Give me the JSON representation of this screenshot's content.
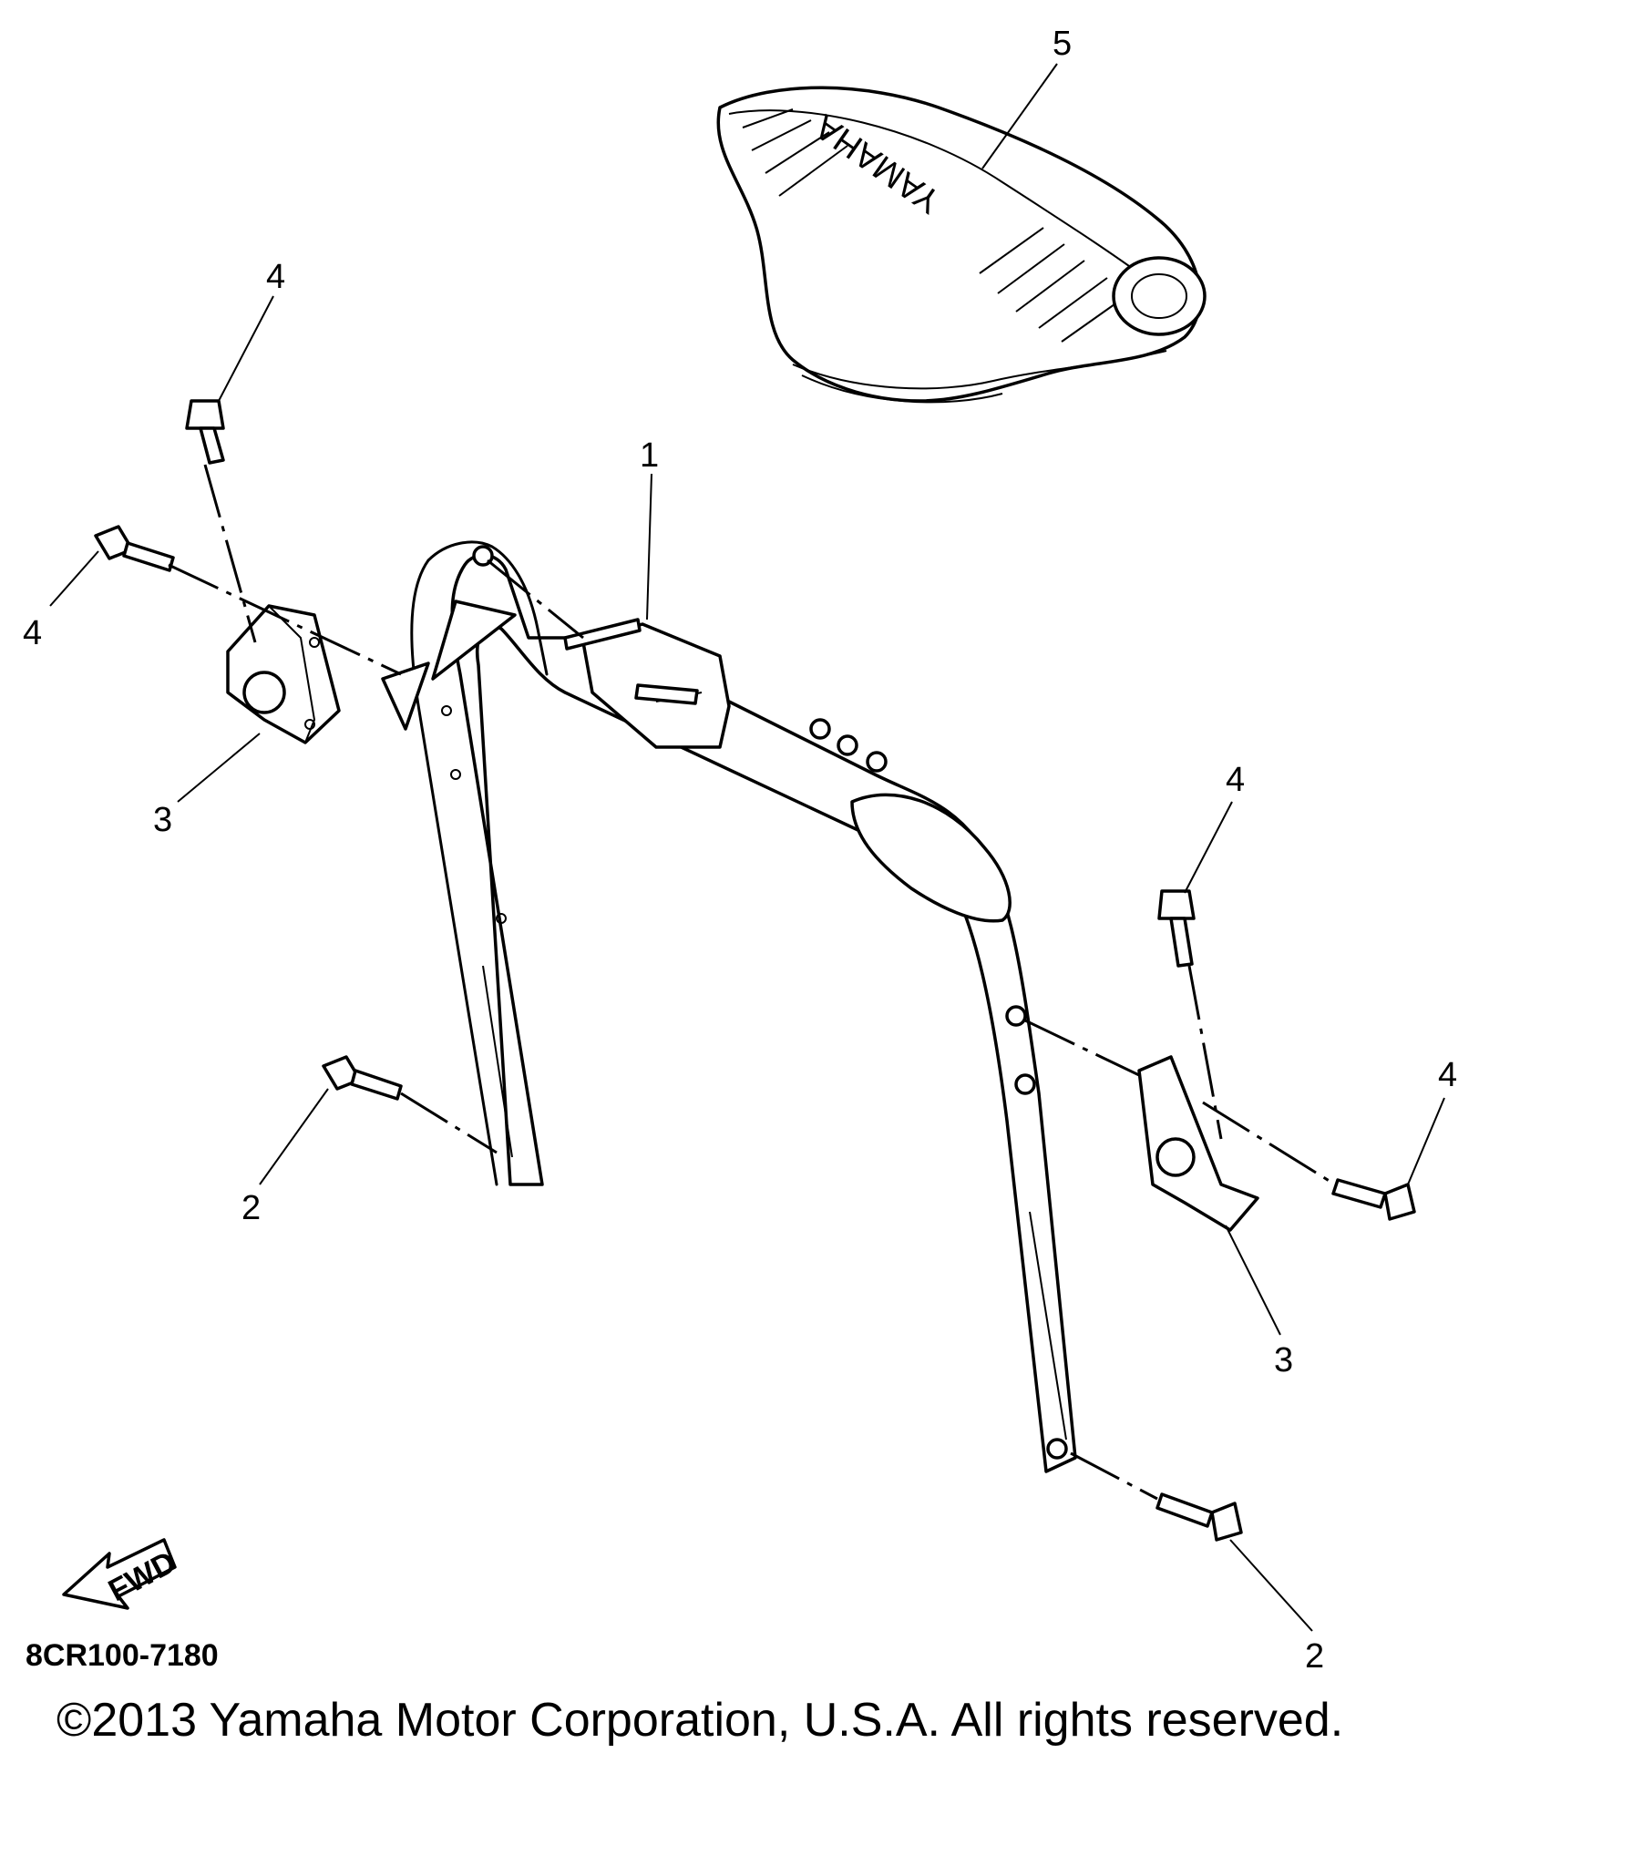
{
  "callouts": {
    "frame": "1",
    "bolt_bottom_left": "2",
    "bolt_bottom_right": "2",
    "bracket_left": "3",
    "bracket_right": "3",
    "bolt_top_left": "4",
    "bolt_side_left": "4",
    "bolt_top_right": "4",
    "bolt_side_right": "4",
    "pad": "5"
  },
  "pad_brand": "YAMAHA",
  "fwd_arrow_label": "FWD",
  "diagram_code": "8CR100-7180",
  "copyright": "©2013 Yamaha Motor Corporation, U.S.A. All rights reserved."
}
